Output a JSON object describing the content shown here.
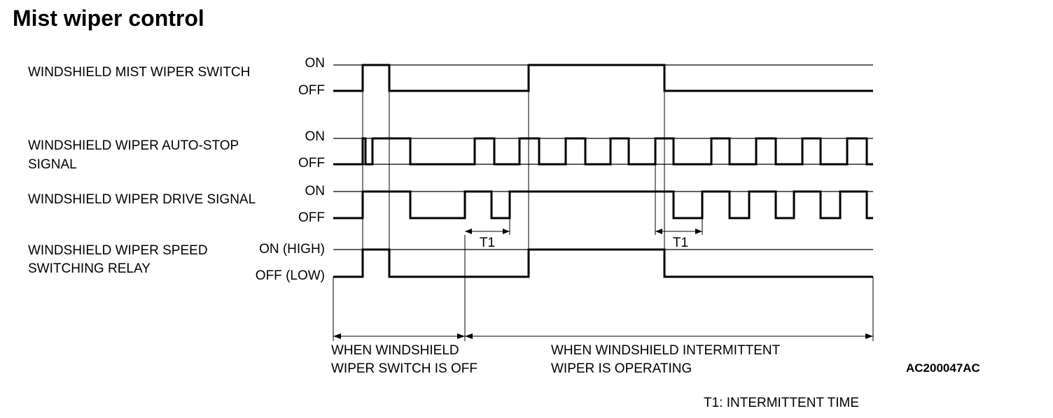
{
  "title": "Mist wiper control",
  "signals": [
    {
      "label_lines": [
        "WINDSHIELD MIST WIPER SWITCH"
      ],
      "on_label": "ON",
      "off_label": "OFF"
    },
    {
      "label_lines": [
        "WINDSHIELD WIPER AUTO-STOP",
        "SIGNAL"
      ],
      "on_label": "ON",
      "off_label": "OFF"
    },
    {
      "label_lines": [
        "WINDSHIELD WIPER DRIVE SIGNAL"
      ],
      "on_label": "ON",
      "off_label": "OFF"
    },
    {
      "label_lines": [
        "WINDSHIELD WIPER SPEED",
        "SWITCHING RELAY"
      ],
      "on_label": "ON (HIGH)",
      "off_label": "OFF (LOW)"
    }
  ],
  "interval_marker": "T1",
  "phases": [
    {
      "lines": [
        "WHEN WINDSHIELD",
        "WIPER SWITCH IS OFF"
      ]
    },
    {
      "lines": [
        "WHEN WINDSHIELD INTERMITTENT",
        "WIPER IS OPERATING"
      ]
    }
  ],
  "figure_code": "AC200047AC",
  "legend_note": "T1: INTERMITTENT TIME",
  "colors": {
    "line": "#000000",
    "background": "#ffffff"
  }
}
